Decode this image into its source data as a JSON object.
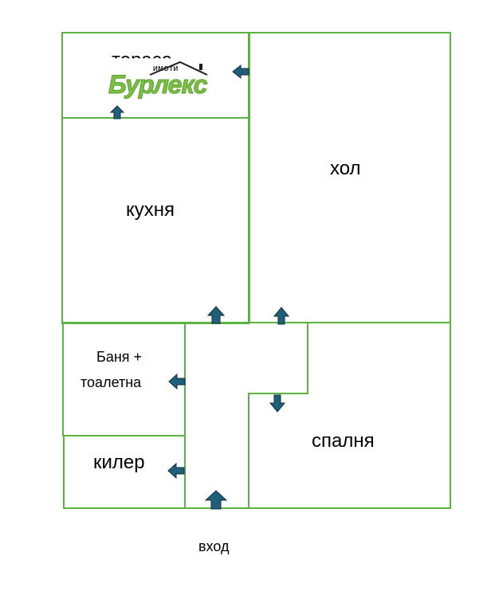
{
  "colors": {
    "wall": "#5bb342",
    "arrow_fill": "#1f5f7a",
    "arrow_stroke": "#0d2f3f",
    "logo_green": "#7bc043",
    "text": "#000000"
  },
  "rooms": {
    "terasa": "тераса",
    "hol": "хол",
    "kuhnya": "кухня",
    "banya_line1": "Баня +",
    "banya_line2": "тоалетна",
    "kiler": "килер",
    "spalnya": "спалня",
    "vhod": "вход"
  },
  "logo": {
    "brand": "Бурлекс",
    "tagline": "ИМОТИ"
  },
  "arrows": [
    {
      "room": "terasa-to-hol",
      "direction": "left"
    },
    {
      "room": "kitchen-to-terasa",
      "direction": "up"
    },
    {
      "room": "hall-to-kitchen",
      "direction": "up"
    },
    {
      "room": "hall-to-hol",
      "direction": "up"
    },
    {
      "room": "hall-to-bathroom",
      "direction": "left"
    },
    {
      "room": "hall-to-bedroom",
      "direction": "down"
    },
    {
      "room": "hall-to-pantry",
      "direction": "left"
    },
    {
      "room": "entrance",
      "direction": "up"
    }
  ]
}
